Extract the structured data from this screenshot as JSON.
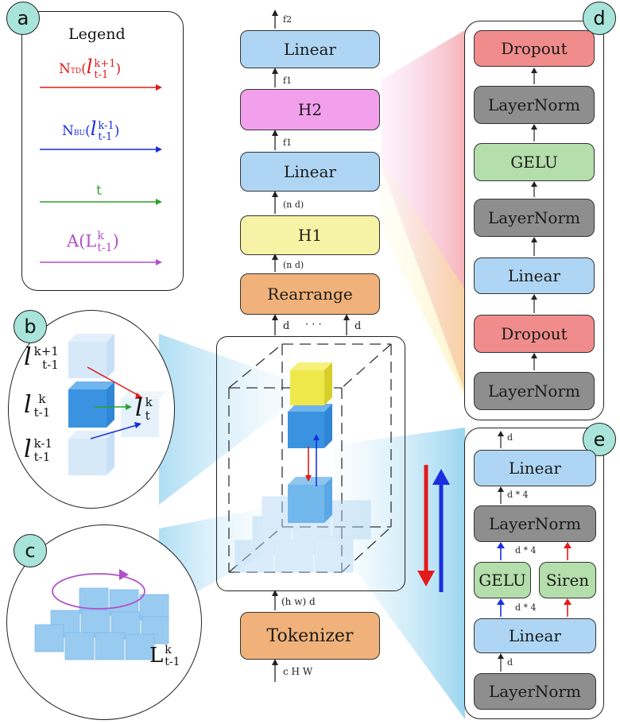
{
  "colors": {
    "blue_block": "#aed6f4",
    "orange_block": "#f0b27a",
    "yellow_block": "#f7f3a6",
    "pink_block": "#f2a0ec",
    "red_block": "#f08c8c",
    "gray_block": "#8e8e8e",
    "green_block": "#b4deab",
    "red_arrow": "#e41a1a",
    "blue_arrow": "#1a2fe0",
    "green_arrow": "#2ca02c",
    "purple_arrow": "#b24fc9",
    "badge": "#a8e4da"
  },
  "legend": {
    "badge": "a",
    "title": "Legend",
    "items": [
      {
        "text_main": "N",
        "text_sub": "TD",
        "text_rest": "(",
        "l": "l",
        "sup": "k+1",
        "sub": "t-1",
        "close": ")",
        "color": "#e41a1a"
      },
      {
        "text_main": "N",
        "text_sub": "BU",
        "text_rest": "(",
        "l": "l",
        "sup": "k-1",
        "sub": "t-1",
        "close": ")",
        "color": "#1a2fe0"
      },
      {
        "text_main": "t",
        "color": "#2ca02c"
      },
      {
        "text_main": "A(L",
        "sup": "k",
        "sub": "t-1",
        "close": ")",
        "color": "#b24fc9"
      }
    ]
  },
  "main_stack": {
    "blocks": [
      "Linear",
      "H2",
      "Linear",
      "H1",
      "Rearrange",
      "Tokenizer"
    ],
    "edge_labels": {
      "top": "f2",
      "h2_out": "f1",
      "linear_out": "f1",
      "h1_out": "(n d)",
      "rearrange_out": "(n d)",
      "dim_left": "d",
      "dots": "· · ·",
      "dim_right": "d",
      "tokenizer_out": "(h w) d",
      "input": "c H W"
    }
  },
  "panel_b": {
    "badge": "b",
    "labels": [
      {
        "l": "l",
        "sup": "k+1",
        "sub": "t-1"
      },
      {
        "l": "l",
        "sup": "k",
        "sub": "t-1"
      },
      {
        "l": "l",
        "sup": "k-1",
        "sub": "t-1"
      },
      {
        "l": "l",
        "sup": "k",
        "sub": "t"
      }
    ]
  },
  "panel_c": {
    "badge": "c",
    "label": {
      "L": "L",
      "sup": "k",
      "sub": "t-1"
    }
  },
  "panel_d": {
    "badge": "d",
    "blocks": [
      "Dropout",
      "LayerNorm",
      "GELU",
      "LayerNorm",
      "Linear",
      "Dropout",
      "LayerNorm"
    ]
  },
  "panel_e": {
    "badge": "e",
    "blocks": [
      "Linear",
      "LayerNorm",
      "GELU",
      "Siren",
      "Linear",
      "LayerNorm"
    ],
    "edge_labels": {
      "top": "d",
      "linear_out": "d * 4",
      "act_out": "d * 4",
      "linear_in": "d * 4",
      "input": "d"
    }
  }
}
